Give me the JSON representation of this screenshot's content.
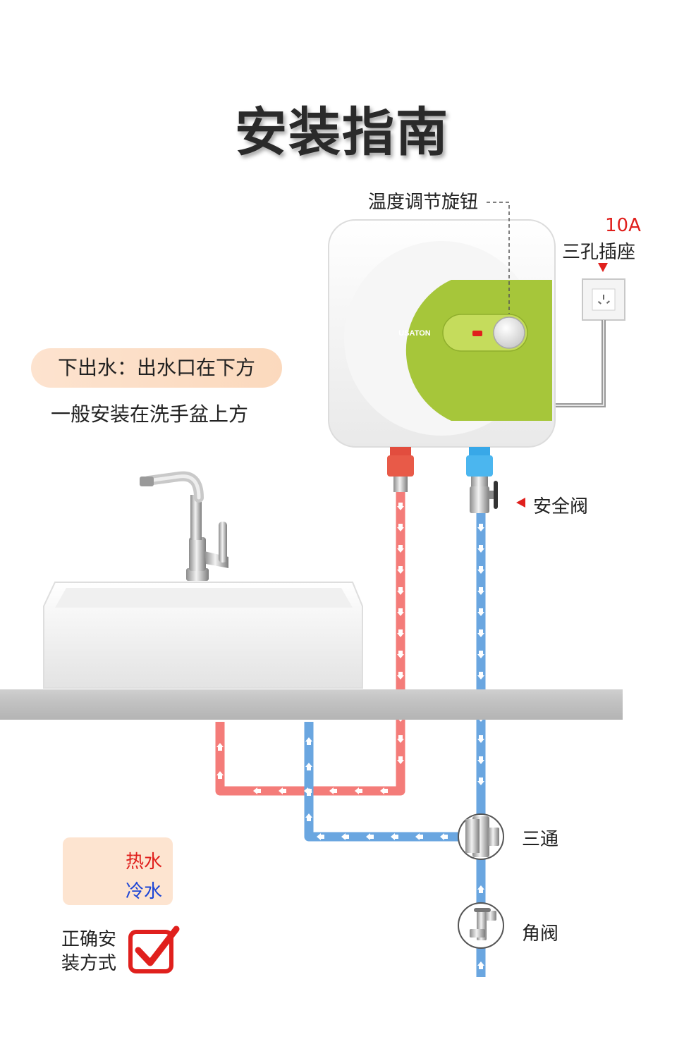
{
  "title": "安装指南",
  "labels": {
    "knob": "温度调节旋钮",
    "outlet_amp": "10A",
    "outlet": "三孔插座",
    "mode": "下出水：出水口在下方",
    "sub": "一般安装在洗手盆上方",
    "valve": "安全阀",
    "tee": "三通",
    "angle_valve": "角阀",
    "correct": "正确安装方式"
  },
  "heater": {
    "brand": "USATON"
  },
  "legend": {
    "hot": "热水",
    "cold": "冷水"
  },
  "colors": {
    "hot_pipe": "#f47c79",
    "cold_pipe": "#6aa6e0",
    "hot_arrow": "#e0201d",
    "cold_arrow": "#1c45d6",
    "panel_green": "#a6c63a",
    "check": "#e0201d"
  },
  "icons": [
    "socket-icon",
    "faucet-icon",
    "basin-icon",
    "tee-fitting-icon",
    "angle-valve-icon",
    "safety-valve-icon",
    "check-icon"
  ]
}
